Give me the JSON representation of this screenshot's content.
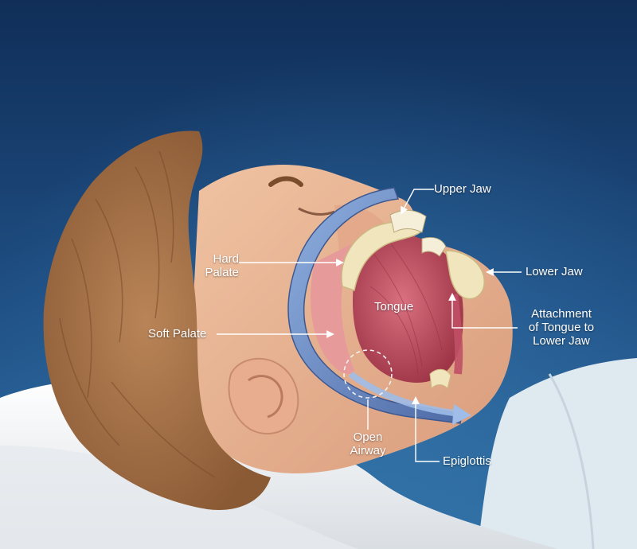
{
  "labels": {
    "upper_jaw": "Upper Jaw",
    "hard_palate": [
      "Hard",
      "Palate"
    ],
    "lower_jaw": "Lower Jaw",
    "tongue": "Tongue",
    "attachment": [
      "Attachment",
      "of Tongue to",
      "Lower Jaw"
    ],
    "soft_palate": "Soft Palate",
    "open_airway": [
      "Open",
      "Airway"
    ],
    "epiglottis": "Epiglottis"
  },
  "colors": {
    "background_top": "#173a68",
    "background_bottom": "#2f6fa3",
    "skin": "#e8b896",
    "hair": "#a9744a",
    "tongue": "#c9566a",
    "bone": "#efe4b8",
    "airway": "#5d79b0",
    "pillow": "#f2f4f6",
    "label_text": "#ffffff"
  }
}
